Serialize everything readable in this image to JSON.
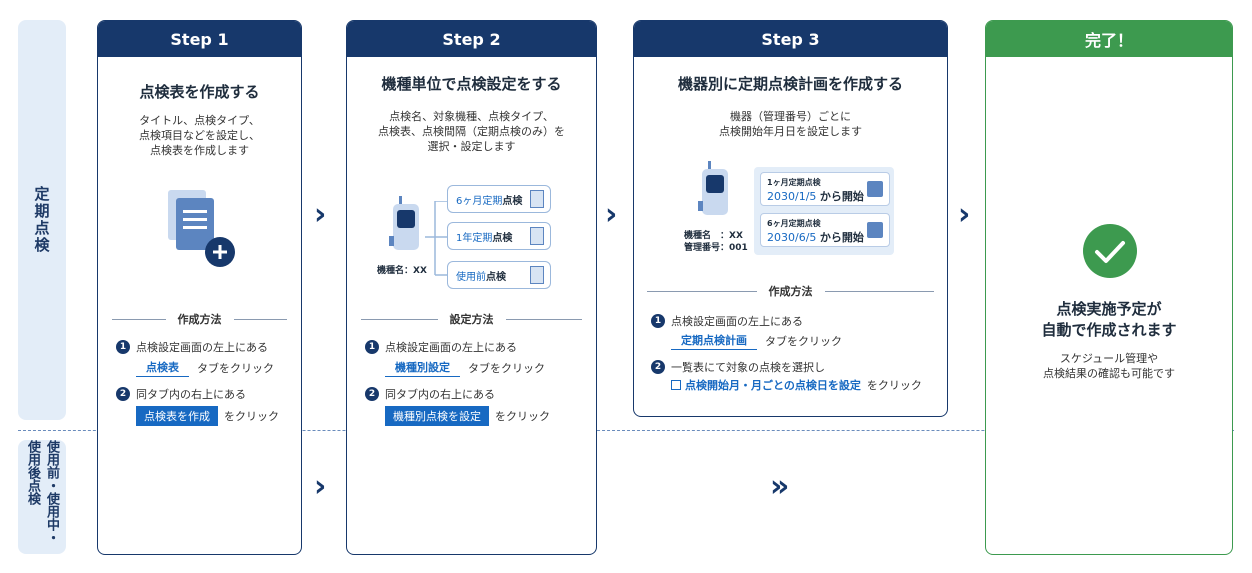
{
  "sidebar": {
    "periodic": "定期点検",
    "usage": "使用前・使用中・使用後点検"
  },
  "step1": {
    "header": "Step 1",
    "title": "点検表を作成する",
    "desc_lines": [
      "タイトル、点検タイプ、",
      "点検項目などを設定し、",
      "点検表を作成します"
    ],
    "method_label": "作成方法",
    "s1_text": "点検設定画面の左上にある",
    "s1_tab": "点検表",
    "s1_after": "タブをクリック",
    "s2_text": "同タブ内の右上にある",
    "s2_btn": "点検表を作成",
    "s2_after": "をクリック"
  },
  "step2": {
    "header": "Step 2",
    "title": "機種単位で点検設定をする",
    "desc_lines": [
      "点検名、対象機種、点検タイプ、",
      "点検表、点検間隔（定期点検のみ）を",
      "選択・設定します"
    ],
    "device_label": "機種名：XX",
    "pill1_prefix": "6ヶ月定期",
    "pill1_suffix": "点検",
    "pill2_prefix": "1年定期",
    "pill2_suffix": "点検",
    "pill3_prefix": "使用前",
    "pill3_suffix": "点検",
    "method_label": "設定方法",
    "s1_text": "点検設定画面の左上にある",
    "s1_tab": "機種別設定",
    "s1_after": "タブをクリック",
    "s2_text": "同タブ内の右上にある",
    "s2_btn": "機種別点検を設定",
    "s2_after": "をクリック"
  },
  "step3": {
    "header": "Step 3",
    "title": "機器別に定期点検計画を作成する",
    "desc_lines": [
      "機器（管理番号）ごとに",
      "点検開始年月日を設定します"
    ],
    "device_name": "機種名　：XX",
    "device_id": "管理番号：001",
    "plan1_label": "1ヶ月定期点検",
    "plan1_date": "2030/1/5",
    "plan1_suffix": "から開始",
    "plan2_label": "6ヶ月定期点検",
    "plan2_date": "2030/6/5",
    "plan2_suffix": "から開始",
    "method_label": "作成方法",
    "s1_text": "点検設定画面の左上にある",
    "s1_tab": "定期点検計画",
    "s1_after": "タブをクリック",
    "s2_text": "一覧表にて対象の点検を選択し",
    "s2_link": "点検開始月・月ごとの点検日を設定",
    "s2_after": "をクリック"
  },
  "done": {
    "header": "完了！",
    "title_lines": [
      "点検実施予定が",
      "自動で作成されます"
    ],
    "desc_lines": [
      "スケジュール管理や",
      "点検結果の確認も可能です"
    ]
  },
  "colors": {
    "navy": "#17386b",
    "blue": "#1769c2",
    "green": "#3d9a4f",
    "sidebar": "#e3edf8"
  }
}
